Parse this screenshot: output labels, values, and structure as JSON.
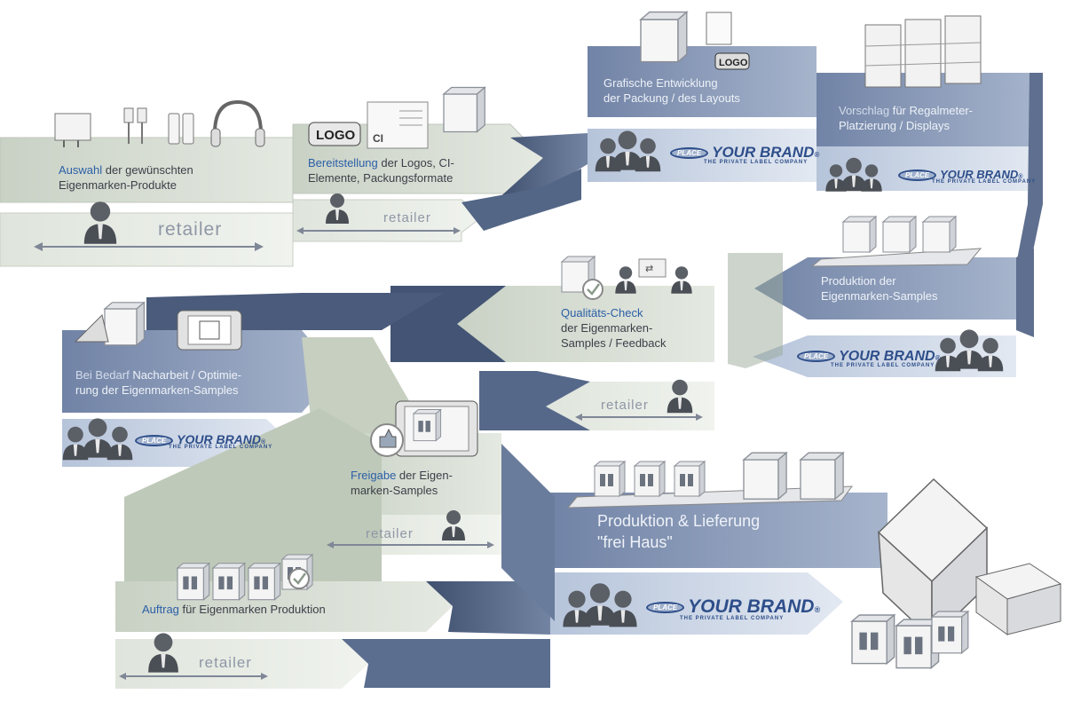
{
  "steps": {
    "auswahl": {
      "hl": "Auswahl",
      "rest": " der gewünschten",
      "line2": "Eigenmarken-Produkte"
    },
    "bereitstellung": {
      "hl": "Bereitstellung",
      "rest": " der Logos, CI-",
      "line2": "Elemente, Packungsformate"
    },
    "grafisch": {
      "line1": "Grafische Entwicklung",
      "line2": "der Packung / des Layouts"
    },
    "vorschlag": {
      "hl": "Vorschlag",
      "rest": " für Regalmeter-",
      "line2": "Platzierung / Displays"
    },
    "produktion_samples": {
      "hl": "Produktion",
      "rest": " der",
      "line2": "Eigenmarken-Samples"
    },
    "qualitaet": {
      "hl": "Qualitäts-Check",
      "line2": "der Eigenmarken-",
      "line3": "Samples / Feedback"
    },
    "nacharbeit": {
      "hl": "Bei Bedarf",
      "rest": " Nacharbeit / Optimie-",
      "line2": "rung der Eigenmarken-Samples"
    },
    "freigabe": {
      "hl": "Freigabe",
      "rest": " der Eigen-",
      "line2": "marken-Samples"
    },
    "auftrag": {
      "hl": "Auftrag",
      "rest": " für Eigenmarken Produktion"
    },
    "lieferung": {
      "line1": "Produktion & Lieferung",
      "line2": "\"frei Haus\""
    }
  },
  "retailer_label": "retailer",
  "brand": {
    "place": "PLACE",
    "name": "YOUR BRAND",
    "reg": "®",
    "tagline": "THE PRIVATE LABEL COMPANY"
  },
  "icons": {
    "logo_label": "LOGO",
    "ci_label": "CI"
  },
  "colors": {
    "green_band": "#d7ddd4",
    "blue_band": "#8497b7",
    "dark_band": "#4d5f80",
    "accent_text": "#2b5fa6"
  }
}
